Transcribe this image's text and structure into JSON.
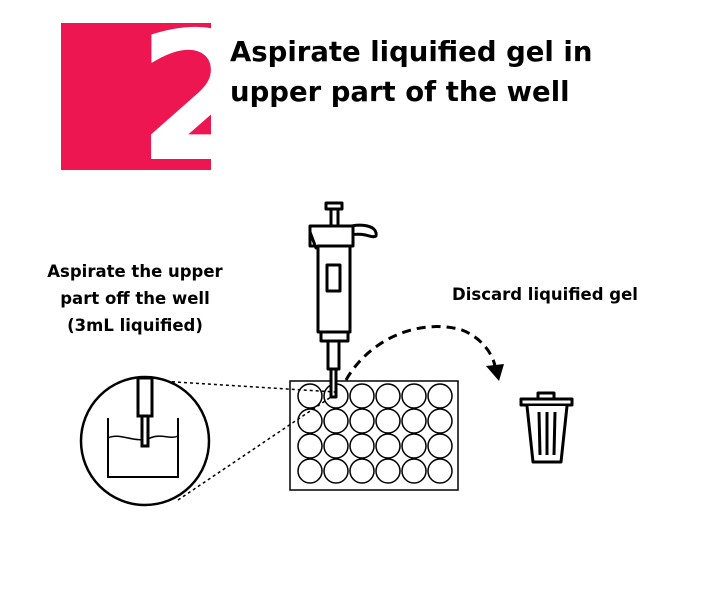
{
  "step": {
    "number": "2",
    "color": "#ee1651"
  },
  "title": {
    "line1": "Aspirate liquified gel in",
    "line2": "upper part of the well"
  },
  "labels": {
    "aspirate_line1": "Aspirate the upper",
    "aspirate_line2": "part off the well",
    "aspirate_line3": "(3mL liquified)",
    "discard": "Discard liquified gel"
  },
  "plate": {
    "rows": 4,
    "columns": 6
  },
  "icons": [
    "pipette-icon",
    "well-plate-icon",
    "magnified-well-icon",
    "dashed-arrow-icon",
    "trash-can-icon"
  ]
}
